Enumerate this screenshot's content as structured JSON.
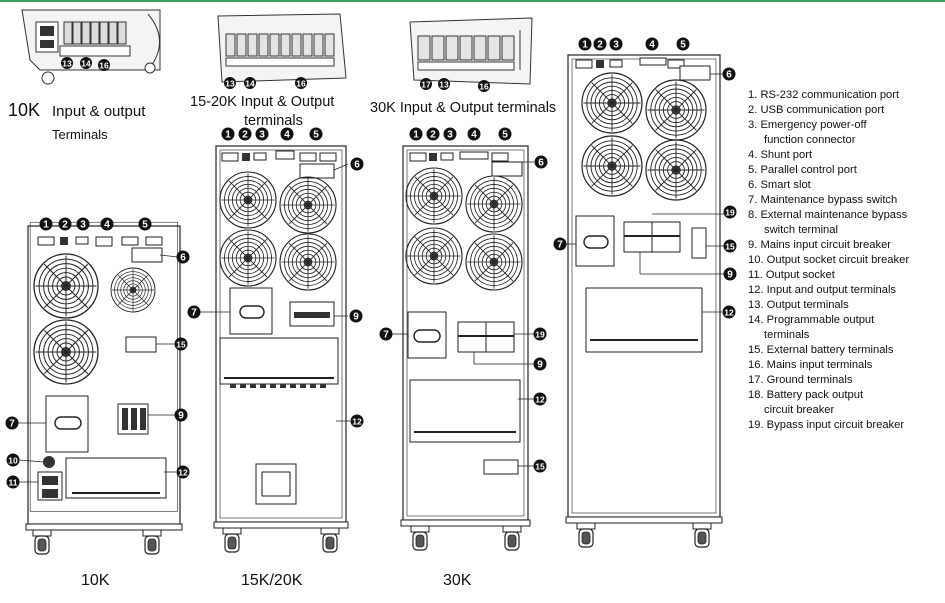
{
  "header": {
    "label_10k_model": "10K",
    "label_10k_line1": "Input & output",
    "label_10k_line2": "Terminals",
    "label_15k_line1": "15-20K Input & Output",
    "label_15k_line2": "terminals",
    "label_30k": "30K Input & Output terminals"
  },
  "terminal_callouts": {
    "k10": [
      "13",
      "14",
      "16"
    ],
    "k15": [
      "13",
      "14",
      "16"
    ],
    "k30": [
      "17",
      "13",
      "16"
    ]
  },
  "models": [
    "10K",
    "15K/20K",
    "30K"
  ],
  "top_callouts": [
    "1",
    "2",
    "3",
    "4",
    "5"
  ],
  "side_callouts": {
    "k10": [
      "6",
      "15",
      "7",
      "9",
      "10",
      "11",
      "12"
    ],
    "k15": [
      "6",
      "7",
      "9",
      "12"
    ],
    "k30": [
      "6",
      "7",
      "19",
      "9",
      "12",
      "15"
    ],
    "k30b": [
      "6",
      "7",
      "19",
      "15",
      "9",
      "12"
    ]
  },
  "legend": [
    {
      "line": "1. RS-232 communication port"
    },
    {
      "line": "2. USB communication port"
    },
    {
      "line": "3. Emergency power-off"
    },
    {
      "line": "function connector",
      "cont": true
    },
    {
      "line": "4. Shunt port"
    },
    {
      "line": "5. Parallel control port"
    },
    {
      "line": "6. Smart slot"
    },
    {
      "line": "7. Maintenance bypass switch"
    },
    {
      "line": "8. External maintenance bypass"
    },
    {
      "line": "switch terminal",
      "cont": true
    },
    {
      "line": "9. Mains input circuit breaker"
    },
    {
      "line": "10. Output socket circuit breaker"
    },
    {
      "line": "11. Output socket"
    },
    {
      "line": "12. Input and output terminals"
    },
    {
      "line": "13. Output terminals"
    },
    {
      "line": "14. Programmable output"
    },
    {
      "line": "terminals",
      "cont": true
    },
    {
      "line": "15. External battery terminals"
    },
    {
      "line": "16. Mains input terminals"
    },
    {
      "line": "17. Ground terminals"
    },
    {
      "line": "18. Battery pack output"
    },
    {
      "line": "circuit breaker",
      "cont": true
    },
    {
      "line": "19. Bypass input circuit breaker"
    }
  ]
}
